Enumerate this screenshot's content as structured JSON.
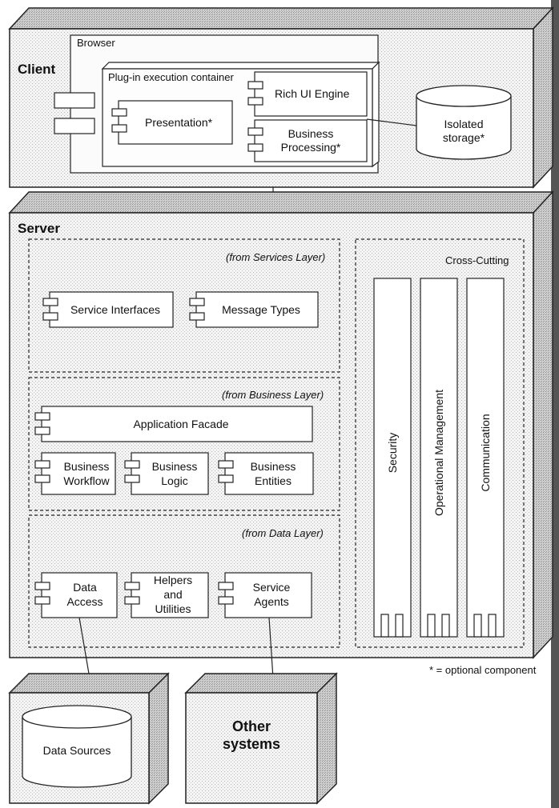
{
  "diagram": {
    "client": {
      "label": "Client",
      "browser": {
        "label": "Browser",
        "plugin_container": {
          "label": "Plug-in execution container",
          "components": {
            "presentation": "Presentation*",
            "rich_ui_engine": "Rich UI Engine",
            "business_processing_line1": "Business",
            "business_processing_line2": "Processing*"
          }
        }
      },
      "isolated_storage_line1": "Isolated",
      "isolated_storage_line2": "storage*"
    },
    "server": {
      "label": "Server",
      "services_layer": {
        "label": "(from Services Layer)",
        "components": [
          "Service Interfaces",
          "Message Types"
        ]
      },
      "business_layer": {
        "label": "(from Business Layer)",
        "application_facade": "Application Facade",
        "business_workflow": [
          "Business",
          "Workflow"
        ],
        "business_logic": [
          "Business",
          "Logic"
        ],
        "business_entities": [
          "Business",
          "Entities"
        ]
      },
      "data_layer": {
        "label": "(from Data Layer)",
        "data_access": [
          "Data",
          "Access"
        ],
        "helpers_and_utilities": [
          "Helpers",
          "and",
          "Utilities"
        ],
        "service_agents": [
          "Service",
          "Agents"
        ]
      },
      "cross_cutting": {
        "label": "Cross-Cutting",
        "components": [
          "Security",
          "Operational Management",
          "Communication"
        ]
      }
    },
    "data_sources": "Data Sources",
    "other_systems": [
      "Other",
      "systems"
    ],
    "legend": "* = optional component"
  }
}
